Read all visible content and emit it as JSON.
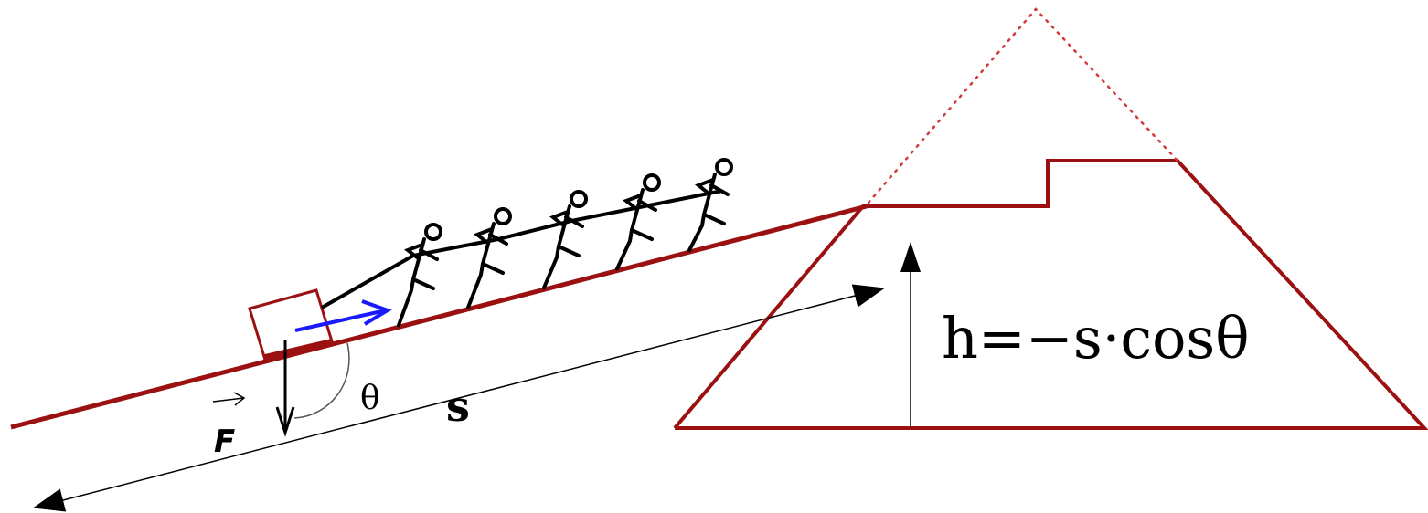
{
  "colors": {
    "structure": "#9b1111",
    "ink": "#000000",
    "force_arrow": "#1a1aff"
  },
  "labels": {
    "angle": "θ",
    "distance": "s",
    "force": "F",
    "height_equation": "h=−s·cosθ"
  }
}
